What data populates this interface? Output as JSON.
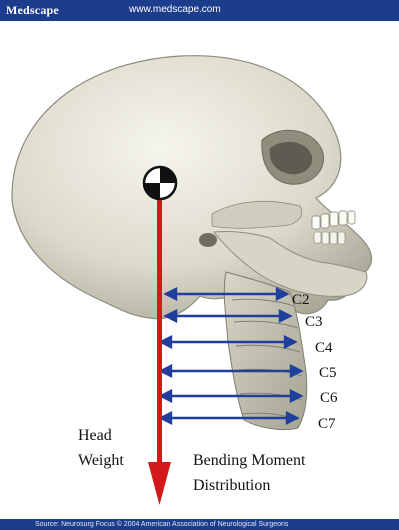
{
  "header": {
    "brand": "Medscape",
    "url": "www.medscape.com"
  },
  "figure": {
    "vertebrae": [
      "C2",
      "C3",
      "C4",
      "C5",
      "C6",
      "C7"
    ],
    "head_weight_label": [
      "Head",
      "Weight"
    ],
    "bending_label": [
      "Bending Moment",
      "Distribution"
    ]
  },
  "footer": {
    "source": "Source: Neurosurg Focus © 2004 American Association of Neurological Surgeons"
  },
  "colors": {
    "header_bg": "#1c3d8c",
    "weight_arrow": "#d21a1a",
    "moment_arrows": "#1f3f9e",
    "bone": "#e6e4d6"
  }
}
